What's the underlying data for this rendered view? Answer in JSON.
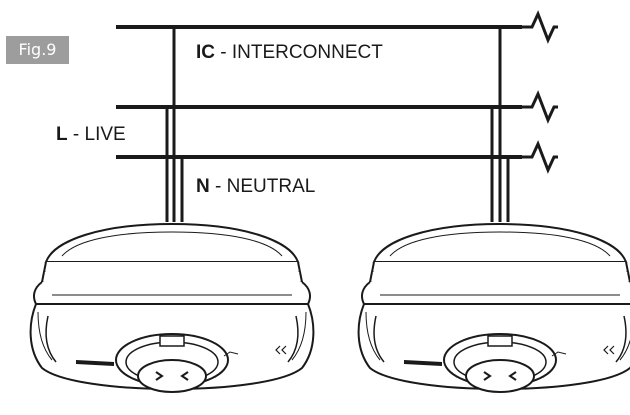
{
  "figure": {
    "label": "Fig.9"
  },
  "wires": [
    {
      "code": "IC",
      "separator": " - ",
      "name": "INTERCONNECT"
    },
    {
      "code": "L",
      "separator": " - ",
      "name": "LIVE"
    },
    {
      "code": "N",
      "separator": " - ",
      "name": "NEUTRAL"
    }
  ],
  "colors": {
    "line": "#1a1a1a",
    "badge": "#9d9d9d",
    "badge_text": "#ffffff"
  },
  "devices": [
    {
      "icon": "smoke-alarm-icon"
    },
    {
      "icon": "smoke-alarm-icon"
    }
  ]
}
